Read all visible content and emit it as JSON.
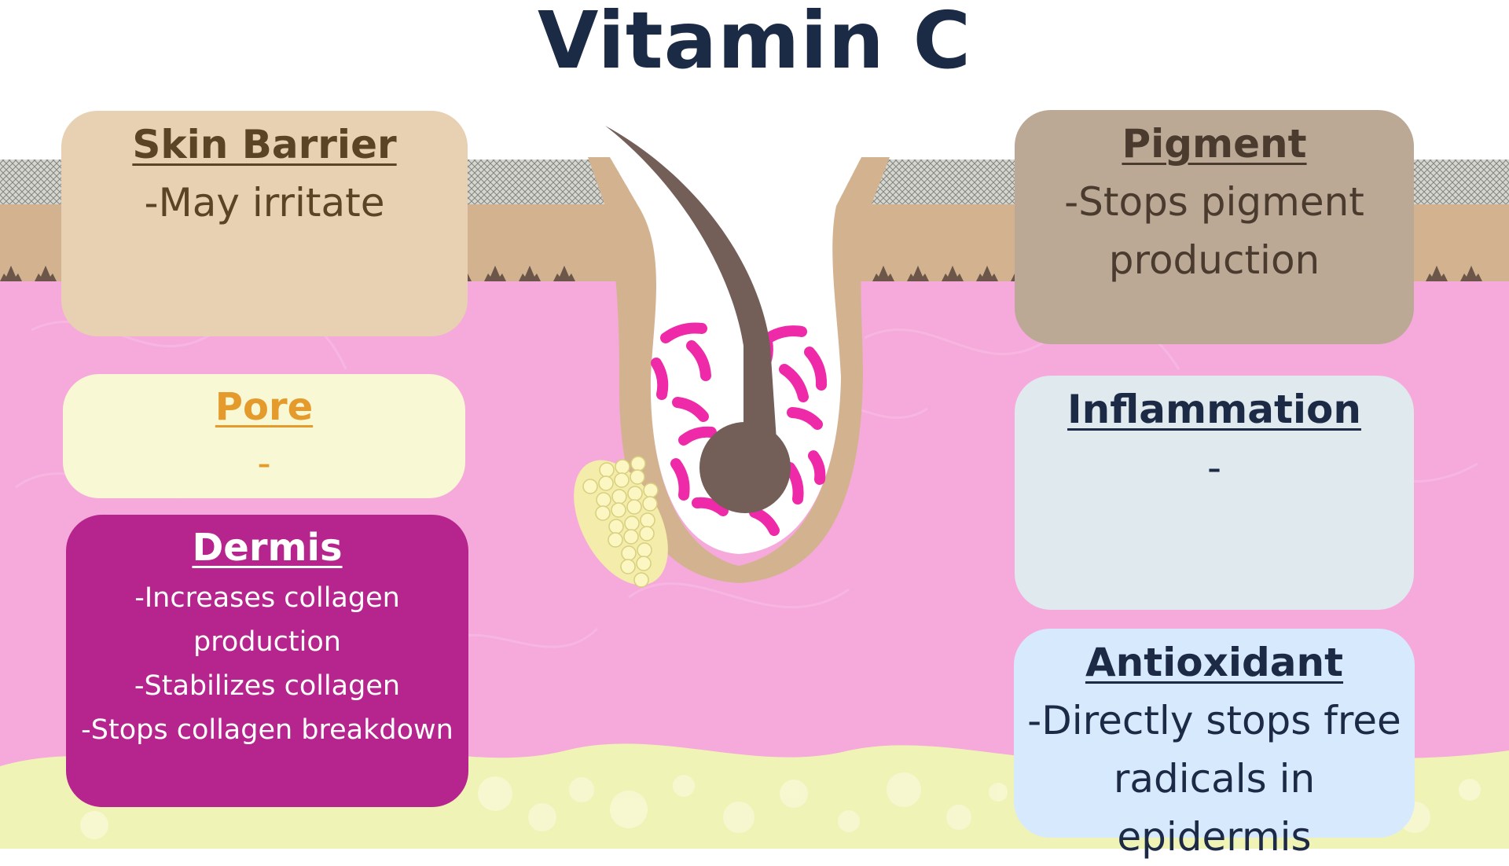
{
  "title": "Vitamin C",
  "colors": {
    "title": "#1b2b45",
    "dermis_pink": "#f5aadb",
    "epidermis_tan": "#d3b38f",
    "hypodermis_yellow": "#f0f3b6",
    "hair": "#735e58",
    "bacteria": "#ef2aa8",
    "sebaceous_gland": "#fbf6c2"
  },
  "cards": {
    "skin_barrier": {
      "heading": "Skin Barrier",
      "lines": [
        "-May irritate"
      ],
      "bg": "#e8d0b3",
      "text_color": "#5b4325"
    },
    "pore": {
      "heading": "Pore",
      "lines": [
        "-"
      ],
      "bg": "#f9f8d5",
      "text_color": "#e59a2c"
    },
    "dermis": {
      "heading": "Dermis",
      "lines": [
        "-Increases collagen",
        "production",
        "-Stabilizes collagen",
        "-Stops collagen breakdown"
      ],
      "bg": "#b5258d",
      "text_color": "#ffffff"
    },
    "pigment": {
      "heading": "Pigment",
      "lines": [
        "-Stops pigment",
        "production"
      ],
      "bg": "#bba996",
      "text_color": "#4a3b2e"
    },
    "inflammation": {
      "heading": "Inflammation",
      "lines": [
        "-"
      ],
      "bg": "#dfe9ee",
      "text_color": "#1c2a46"
    },
    "antioxidant": {
      "heading": "Antioxidant",
      "lines": [
        "-Directly stops free",
        "radicals in epidermis"
      ],
      "bg": "#d7e9fd",
      "text_color": "#1c2a46"
    }
  }
}
